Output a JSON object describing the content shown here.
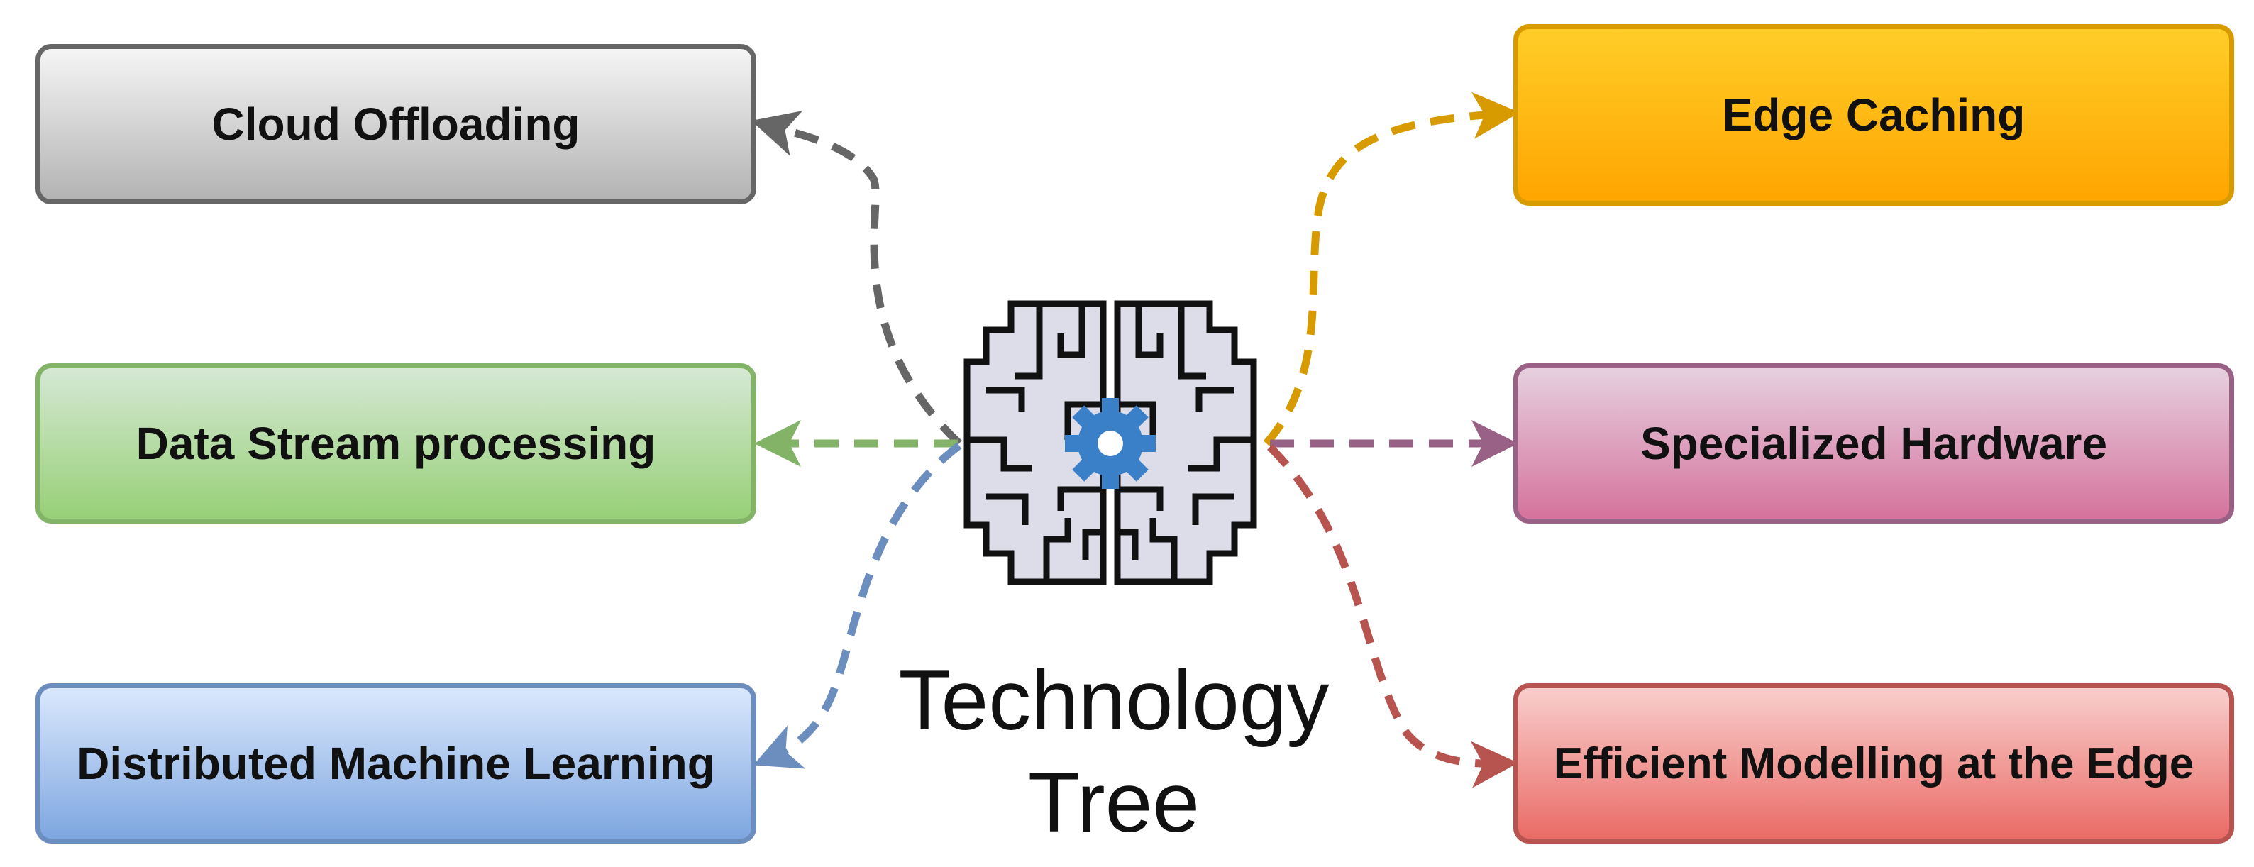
{
  "center": {
    "label_line1": "Technology",
    "label_line2": "Tree",
    "icon": "brain-gear-icon"
  },
  "nodes": {
    "cloud": {
      "label": "Cloud Offloading",
      "fill": "#f5f5f5",
      "stroke": "#666666"
    },
    "stream": {
      "label": "Data Stream processing",
      "fill": "#d5e8d4",
      "stroke": "#82b366"
    },
    "ml": {
      "label": "Distributed Machine Learning",
      "fill": "#dae8fc",
      "stroke": "#6c8ebf"
    },
    "edge": {
      "label": "Edge Caching",
      "fill": "#ffcd28",
      "stroke": "#d79b00"
    },
    "hw": {
      "label": "Specialized Hardware",
      "fill": "#e6d0de",
      "stroke": "#996185"
    },
    "model": {
      "label": "Efficient Modelling at the Edge",
      "fill": "#f8cecc",
      "stroke": "#b85450"
    }
  },
  "colors": {
    "gear": "#3a80c9",
    "brain_fill": "#dcdde8",
    "brain_stroke": "#111111"
  }
}
